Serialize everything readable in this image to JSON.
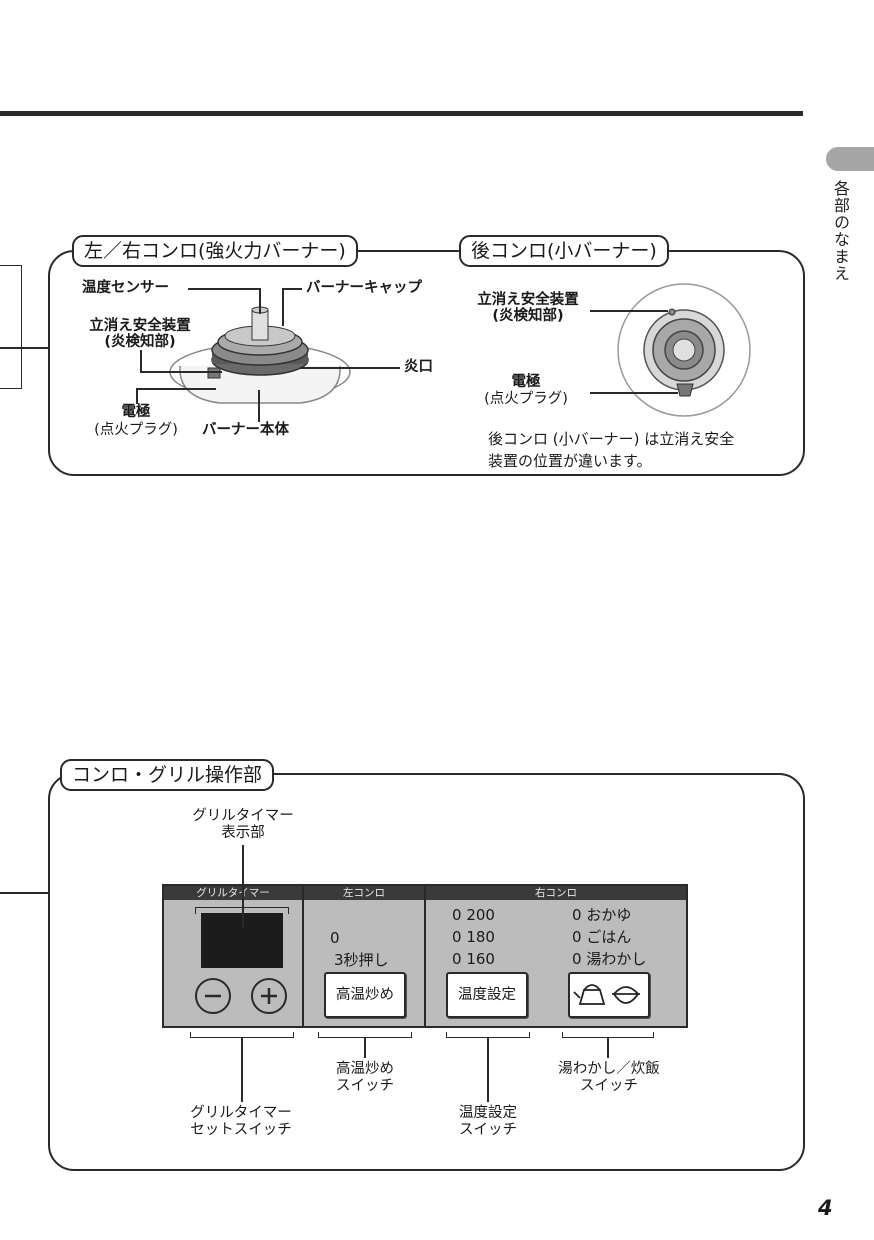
{
  "side_tab": {
    "label": "各部のなまえ"
  },
  "page_number": "4",
  "burner_section": {
    "left_title": "左／右コンロ(強火力バーナー)",
    "rear_title": "後コンロ(小バーナー)",
    "left_labels": {
      "temp_sensor": "温度センサー",
      "burner_cap": "バーナーキャップ",
      "safety_device": "立消え安全装置",
      "safety_device_sub": "(炎検知部)",
      "flame_port": "炎口",
      "electrode": "電極",
      "electrode_sub": "(点火プラグ)",
      "burner_body": "バーナー本体"
    },
    "rear_labels": {
      "safety_device": "立消え安全装置",
      "safety_device_sub": "(炎検知部)",
      "electrode": "電極",
      "electrode_sub": "(点火プラグ)"
    },
    "note_line1": "後コンロ (小バーナー) は立消え安全",
    "note_line2": "装置の位置が違います。"
  },
  "control_section": {
    "title": "コンロ・グリル操作部",
    "display_callout_1": "グリルタイマー",
    "display_callout_2": "表示部",
    "panel": {
      "grill_header": "グリルタイマー",
      "left_header": "左コンロ",
      "right_header": "右コンロ",
      "minus_symbol": "−",
      "plus_symbol": "+",
      "left_indicator": "0",
      "left_hint": "3秒押し",
      "high_temp_button": "高温炒め",
      "temp_options": [
        {
          "mark": "0",
          "label": "200"
        },
        {
          "mark": "0",
          "label": "180"
        },
        {
          "mark": "0",
          "label": "160"
        }
      ],
      "cook_options": [
        {
          "mark": "0",
          "label": "おかゆ"
        },
        {
          "mark": "0",
          "label": "ごはん"
        },
        {
          "mark": "0",
          "label": "湯わかし"
        }
      ],
      "temp_set_button": "温度設定"
    },
    "callouts": {
      "high_temp_1": "高温炒め",
      "high_temp_2": "スイッチ",
      "kettle_rice_1": "湯わかし／炊飯",
      "kettle_rice_2": "スイッチ",
      "timer_set_1": "グリルタイマー",
      "timer_set_2": "セットスイッチ",
      "temp_set_1": "温度設定",
      "temp_set_2": "スイッチ"
    }
  },
  "icons": [
    "kettle-icon",
    "rice-bowl-icon",
    "minus-icon",
    "plus-icon"
  ]
}
